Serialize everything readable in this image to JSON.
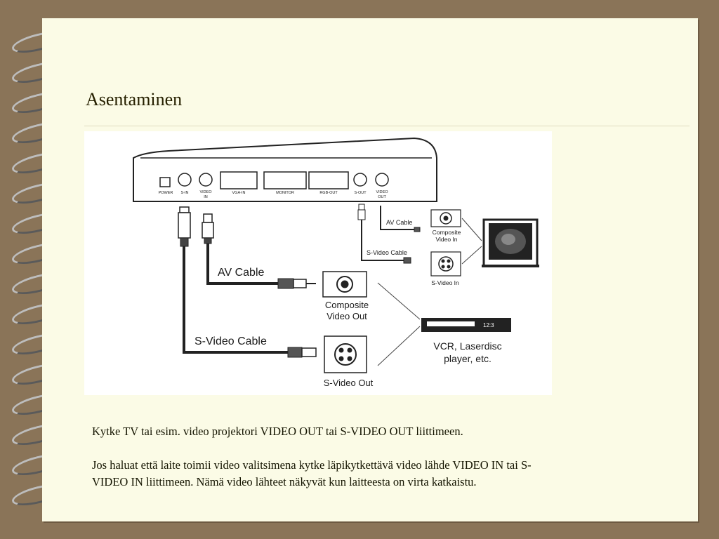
{
  "slide": {
    "title": "Asentaminen",
    "paragraphs": [
      "Kytke TV tai esim. video projektori VIDEO OUT tai S-VIDEO OUT liittimeen.",
      "Jos haluat että laite toimii video valitsimena kytke läpikytkettävä video lähde VIDEO IN tai S-VIDEO IN liittimeen. Nämä video lähteet näkyvät kun laitteesta on virta katkaistu."
    ]
  },
  "diagram": {
    "device_ports": {
      "power": "POWER",
      "s_in": "S-IN",
      "video_in_1": "VIDEO",
      "video_in_2": "IN",
      "vga_in": "VGA-IN",
      "monitor": "MONITOR",
      "rgb_out": "RGB-OUT",
      "s_out": "S-OUT",
      "video_out_1": "VIDEO",
      "video_out_2": "OUT"
    },
    "labels": {
      "av_cable_large": "AV Cable",
      "svideo_cable_large": "S-Video Cable",
      "composite_out_1": "Composite",
      "composite_out_2": "Video Out",
      "svideo_out": "S-Video Out",
      "vcr_1": "VCR, Laserdisc",
      "vcr_2": "player, etc.",
      "vcr_display": "12:3",
      "av_cable_small": "AV Cable",
      "svideo_cable_small": "S-Video Cable",
      "composite_in_1": "Composite",
      "composite_in_2": "Video In",
      "svideo_in": "S-Video In"
    }
  },
  "colors": {
    "background": "#8a7458",
    "paper": "#fbfbe6",
    "text": "#141400"
  }
}
